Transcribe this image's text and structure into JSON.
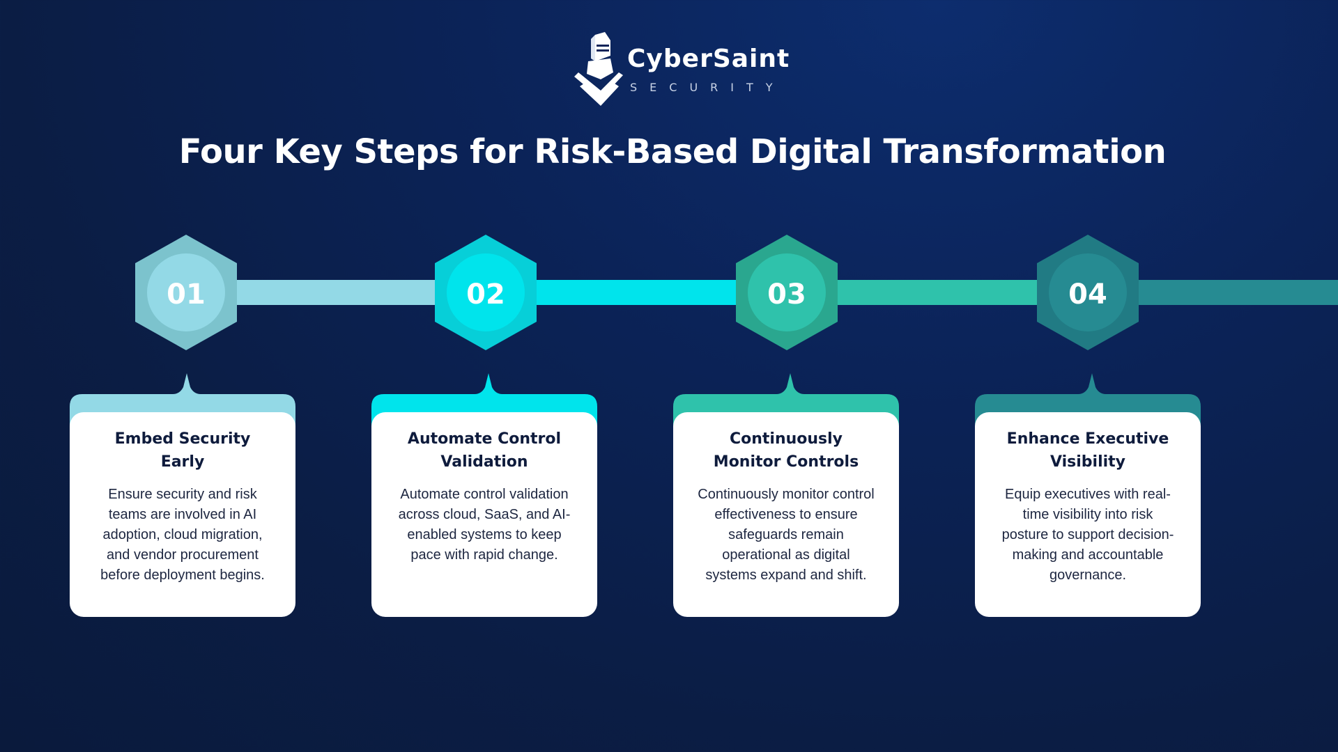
{
  "logo": {
    "name": "CyberSaint",
    "sub": "SECURITY"
  },
  "title": "Four Key Steps for Risk-Based Digital Transformation",
  "colors": {
    "step1": "#93d9e6",
    "step1_hex": "#7cc3cd",
    "step2": "#00e4ec",
    "step2_hex": "#07cfd8",
    "step3": "#2fc2ab",
    "step3_hex": "#2aa78f",
    "step4": "#268b92",
    "step4_hex": "#217b84",
    "card_text": "#1d2640",
    "card_title": "#0e1b3c"
  },
  "steps": [
    {
      "number": "01",
      "title": "Embed Security Early",
      "body": "Ensure security and risk teams are involved in AI adoption, cloud migration, and vendor procurement before deployment begins."
    },
    {
      "number": "02",
      "title": "Automate Control Validation",
      "body": "Automate control validation across cloud, SaaS, and AI-enabled systems to keep pace with rapid change."
    },
    {
      "number": "03",
      "title": "Continuously Monitor Controls",
      "body": "Continuously monitor control effectiveness to ensure safeguards remain operational as digital systems expand and shift."
    },
    {
      "number": "04",
      "title": "Enhance Executive Visibility",
      "body": "Equip executives with real-time visibility into risk posture to support decision-making and accountable governance."
    }
  ]
}
